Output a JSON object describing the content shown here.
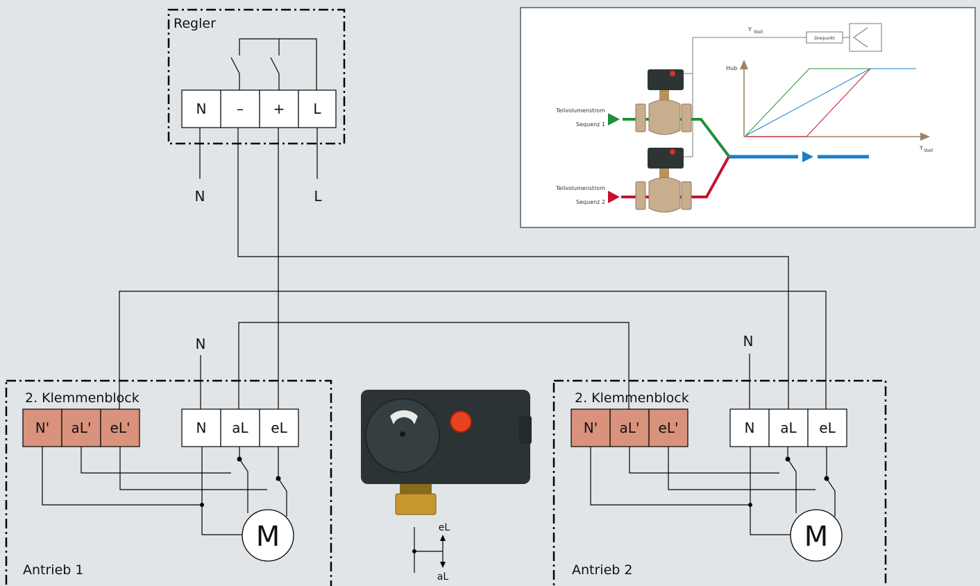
{
  "regler": {
    "title": "Regler",
    "terminals": [
      "N",
      "–",
      "+",
      "L"
    ],
    "supply_n": "N",
    "supply_l": "L"
  },
  "drives": [
    {
      "name": "Antrieb 1",
      "block2_title": "2. Klemmenblock",
      "block2_terminals": [
        "N'",
        "aL'",
        "eL'"
      ],
      "terminals": [
        "N",
        "aL",
        "eL"
      ],
      "neutral_label": "N",
      "motor": "M"
    },
    {
      "name": "Antrieb 2",
      "block2_title": "2. Klemmenblock",
      "block2_terminals": [
        "N'",
        "aL'",
        "eL'"
      ],
      "terminals": [
        "N",
        "aL",
        "eL"
      ],
      "neutral_label": "N",
      "motor": "M"
    }
  ],
  "actuator_photo": {
    "direction_up": "eL",
    "direction_down": "aL"
  },
  "inset": {
    "signal_label": "Y",
    "signal_sub": "Stell",
    "controller": "Dreipunkt",
    "flow1_line1": "Teilvolumenstrom",
    "flow1_line2": "Sequenz 1",
    "flow2_line1": "Teilvolumenstrom",
    "flow2_line2": "Sequenz 2",
    "y_axis": "Hub",
    "x_axis": "Y",
    "x_axis_sub": "Stell",
    "colors": {
      "seq1": "#1f8f3a",
      "seq2": "#c8102e",
      "out": "#1a7fc8"
    }
  }
}
